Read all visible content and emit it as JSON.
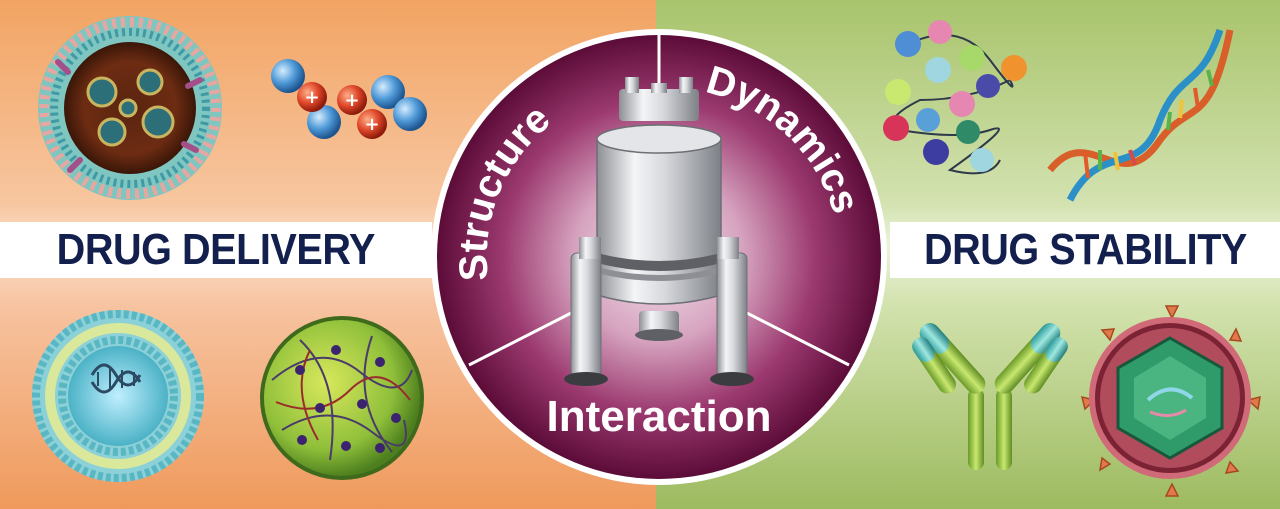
{
  "left": {
    "label": "DRUG DELIVERY",
    "background": "#f08a3c"
  },
  "right": {
    "label": "DRUG STABILITY",
    "background": "#a7c36a"
  },
  "center": {
    "segments": {
      "top_left": "Structure",
      "top_right": "Dynamics",
      "bottom": "Interaction"
    },
    "color": "#7a1a52",
    "icon": "nmr-spectrometer-icon"
  },
  "banner_text_color": "#13204e",
  "icons": {
    "left_top_1": "lipid-nanoparticle-icon",
    "left_top_2": "charged-ions-icon",
    "left_bottom_1": "liposome-icon",
    "left_bottom_2": "polymer-microsphere-icon",
    "right_top_1": "protein-chain-icon",
    "right_top_2": "dna-helix-icon",
    "right_bottom_1": "antibody-icon",
    "right_bottom_2": "virus-particle-icon"
  }
}
